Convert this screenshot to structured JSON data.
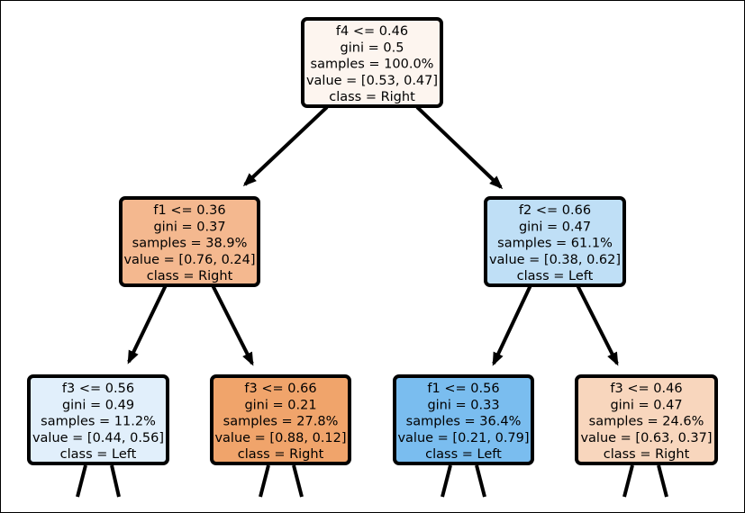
{
  "tree": {
    "nodes": [
      {
        "id": "root",
        "lines": [
          "f4 <= 0.46",
          "gini = 0.5",
          "samples = 100.0%",
          "value = [0.53, 0.47]",
          "class = Right"
        ],
        "fill": "#fdf5ef"
      },
      {
        "id": "left",
        "lines": [
          "f1 <= 0.36",
          "gini = 0.37",
          "samples = 38.9%",
          "value = [0.76, 0.24]",
          "class = Right"
        ],
        "fill": "#f4b88f"
      },
      {
        "id": "right",
        "lines": [
          "f2 <= 0.66",
          "gini = 0.47",
          "samples = 61.1%",
          "value = [0.38, 0.62]",
          "class = Left"
        ],
        "fill": "#bfdff6"
      },
      {
        "id": "left-left",
        "lines": [
          "f3 <= 0.56",
          "gini = 0.49",
          "samples = 11.2%",
          "value = [0.44, 0.56]",
          "class = Left"
        ],
        "fill": "#e1effb"
      },
      {
        "id": "left-right",
        "lines": [
          "f3 <= 0.66",
          "gini = 0.21",
          "samples = 27.8%",
          "value = [0.88, 0.12]",
          "class = Right"
        ],
        "fill": "#f0a46b"
      },
      {
        "id": "right-left",
        "lines": [
          "f1 <= 0.56",
          "gini = 0.33",
          "samples = 36.4%",
          "value = [0.21, 0.79]",
          "class = Left"
        ],
        "fill": "#7abdef"
      },
      {
        "id": "right-right",
        "lines": [
          "f3 <= 0.46",
          "gini = 0.47",
          "samples = 24.6%",
          "value = [0.63, 0.37]",
          "class = Right"
        ],
        "fill": "#f8d6bd"
      }
    ],
    "edges": [
      [
        "root",
        "left"
      ],
      [
        "root",
        "right"
      ],
      [
        "left",
        "left-left"
      ],
      [
        "left",
        "left-right"
      ],
      [
        "right",
        "right-left"
      ],
      [
        "right",
        "right-right"
      ]
    ]
  }
}
